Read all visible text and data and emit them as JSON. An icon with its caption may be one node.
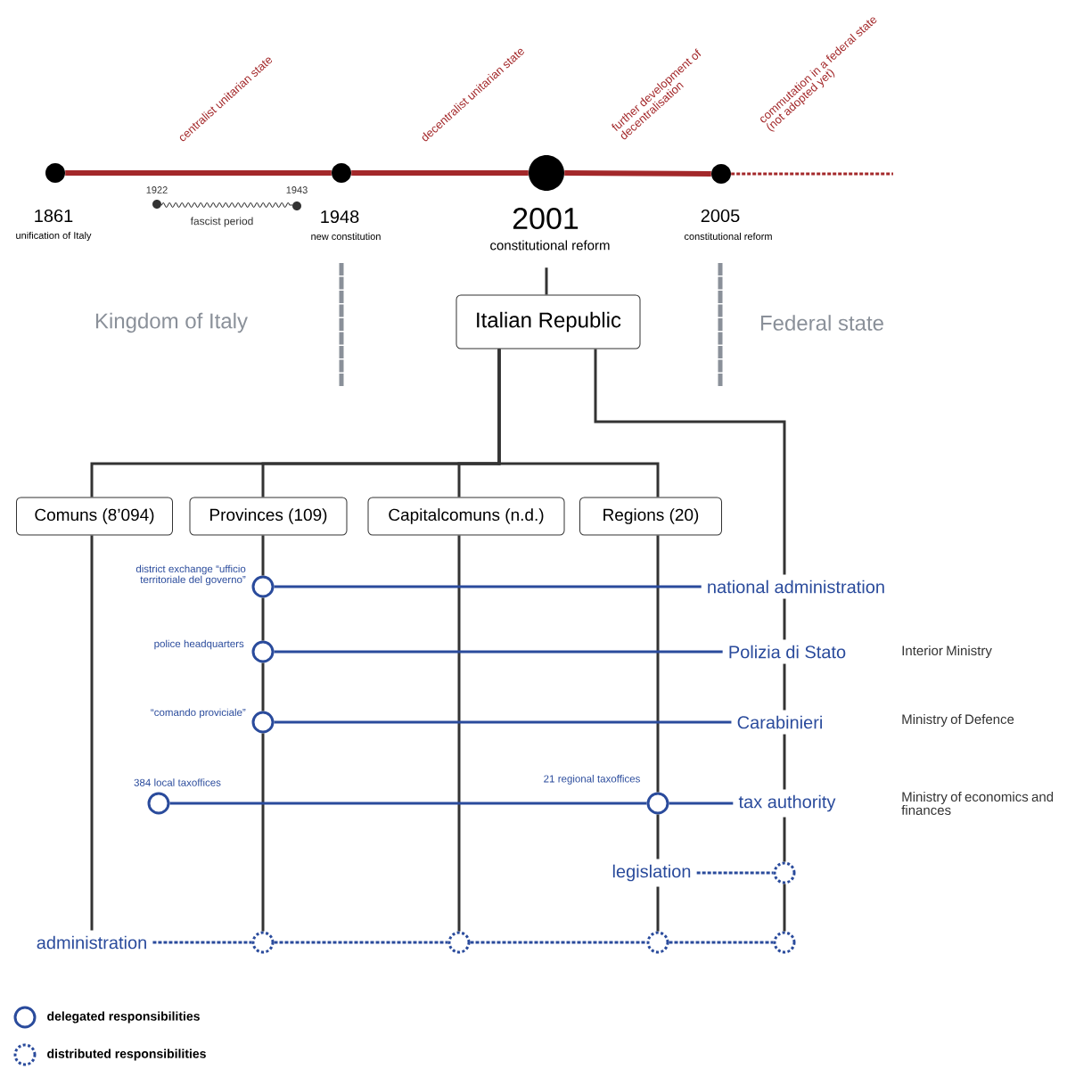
{
  "diagram": {
    "nodes": [
      {
        "text": [
          "1861",
          "unification of Italy"
        ]
      },
      {
        "text": [
          "1948",
          "new constitution"
        ]
      },
      {
        "text": [
          "2001",
          "constitutional reform"
        ]
      },
      {
        "text": [
          "2005",
          "constitutional reform"
        ]
      },
      {
        "text": [
          "Italian Republic"
        ]
      },
      {
        "text": [
          "Comuns (8’094)"
        ]
      },
      {
        "text": [
          "Provinces (109)"
        ]
      },
      {
        "text": [
          "Capitalcomuns (n.d.)"
        ]
      },
      {
        "text": [
          "Regions (20)"
        ]
      },
      {
        "text": [
          "national administration"
        ]
      },
      {
        "text": [
          "Polizia di Stato"
        ],
        "beside": [
          "Interior Ministry"
        ]
      },
      {
        "text": [
          "Carabinieri"
        ],
        "beside": [
          "Ministry of Defence"
        ]
      },
      {
        "text": [
          "tax authority"
        ],
        "beside": [
          "Ministry of economics and finances"
        ]
      },
      {
        "text": [
          "legislation"
        ]
      },
      {
        "text": [
          "administration"
        ]
      },
      {
        "text": [],
        "shape": "circle",
        "beside": [
          "district exchange “ufficio territoriale del governo”"
        ]
      },
      {
        "text": [],
        "shape": "circle",
        "beside": [
          "police headquarters"
        ]
      },
      {
        "text": [],
        "shape": "circle",
        "beside": [
          "“comando proviciale”"
        ]
      },
      {
        "text": [],
        "shape": "circle",
        "beside": [
          "384 local taxoffices"
        ]
      },
      {
        "text": [],
        "shape": "circle",
        "beside": [
          "21 regional taxoffices"
        ]
      },
      {
        "text": [],
        "shape": "circle"
      },
      {
        "text": [],
        "shape": "circle"
      },
      {
        "text": [],
        "shape": "circle"
      },
      {
        "text": [],
        "shape": "circle"
      },
      {
        "text": [],
        "shape": "circle"
      }
    ],
    "edges": [
      {
        "from": 0,
        "to": 1,
        "arrow": "none",
        "label": "centralist unitarian state",
        "style": "thick",
        "color": "#a3282a"
      },
      {
        "from": 1,
        "to": 2,
        "arrow": "none",
        "label": "decentralist unitarian state",
        "style": "thick",
        "color": "#a3282a"
      },
      {
        "from": 2,
        "to": 3,
        "arrow": "none",
        "label": "further development of decentralisation",
        "style": "thick",
        "color": "#a3282a"
      },
      {
        "from": 3,
        "to": null,
        "arrow": "none",
        "label": "commutation in a federal state (not adopted yet)",
        "style": "dashed",
        "color": "#a3282a"
      },
      {
        "from": 2,
        "to": 4,
        "arrow": "none"
      },
      {
        "from": 4,
        "to": 5,
        "arrow": "none"
      },
      {
        "from": 4,
        "to": 6,
        "arrow": "none"
      },
      {
        "from": 4,
        "to": 7,
        "arrow": "none"
      },
      {
        "from": 4,
        "to": 8,
        "arrow": "none"
      },
      {
        "from": 4,
        "to": 9,
        "arrow": "none"
      },
      {
        "from": 5,
        "to": 14,
        "arrow": "none"
      },
      {
        "from": 6,
        "to": 15,
        "arrow": "none"
      },
      {
        "from": 15,
        "to": 16,
        "arrow": "none"
      },
      {
        "from": 16,
        "to": 17,
        "arrow": "none"
      },
      {
        "from": 17,
        "to": 21,
        "arrow": "none"
      },
      {
        "from": 7,
        "to": 22,
        "arrow": "none"
      },
      {
        "from": 8,
        "to": 19,
        "arrow": "none"
      },
      {
        "from": 19,
        "to": 13,
        "arrow": "none"
      },
      {
        "from": 13,
        "to": 23,
        "arrow": "none"
      },
      {
        "from": 9,
        "to": 10,
        "arrow": "none"
      },
      {
        "from": 10,
        "to": 11,
        "arrow": "none"
      },
      {
        "from": 11,
        "to": 12,
        "arrow": "none"
      },
      {
        "from": 12,
        "to": 20,
        "arrow": "none"
      },
      {
        "from": 20,
        "to": 24,
        "arrow": "none"
      },
      {
        "from": 15,
        "to": 9,
        "arrow": "none",
        "color": "#2a4b9c"
      },
      {
        "from": 16,
        "to": 10,
        "arrow": "none",
        "color": "#2a4b9c"
      },
      {
        "from": 17,
        "to": 11,
        "arrow": "none",
        "color": "#2a4b9c"
      },
      {
        "from": 18,
        "to": 19,
        "arrow": "none",
        "color": "#2a4b9c"
      },
      {
        "from": 19,
        "to": 12,
        "arrow": "none",
        "color": "#2a4b9c"
      },
      {
        "from": 13,
        "to": 20,
        "arrow": "none",
        "style": "dashed",
        "color": "#2a4b9c"
      },
      {
        "from": 14,
        "to": 21,
        "arrow": "none",
        "style": "dashed",
        "color": "#2a4b9c"
      },
      {
        "from": 21,
        "to": 22,
        "arrow": "none",
        "style": "dashed",
        "color": "#2a4b9c"
      },
      {
        "from": 22,
        "to": 23,
        "arrow": "none",
        "style": "dashed",
        "color": "#2a4b9c"
      },
      {
        "from": 23,
        "to": 24,
        "arrow": "none",
        "style": "dashed",
        "color": "#2a4b9c"
      }
    ],
    "labels": [
      "1922",
      "1943",
      "fascist period",
      "Kingdom of Italy",
      "Federal state"
    ],
    "legend": [
      {
        "text": "delegated responsibilities"
      },
      {
        "text": "distributed responsibilities"
      }
    ]
  }
}
